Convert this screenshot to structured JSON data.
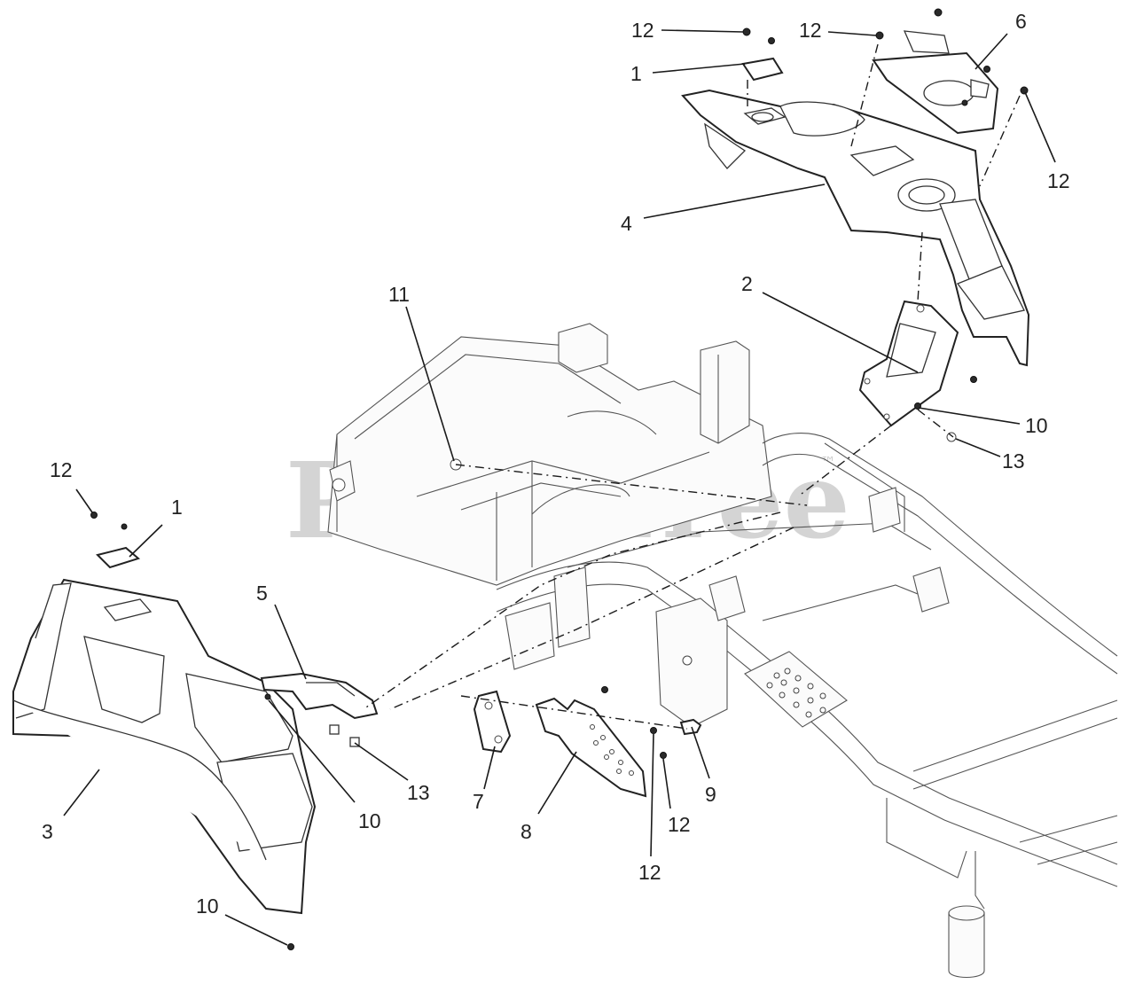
{
  "watermark": {
    "text": "PartsTree",
    "trademark": "™"
  },
  "callouts": [
    {
      "id": "c12-top-left",
      "text": "12"
    },
    {
      "id": "c1-top",
      "text": "1"
    },
    {
      "id": "c12-top-mid",
      "text": "12"
    },
    {
      "id": "c6",
      "text": "6"
    },
    {
      "id": "c12-right",
      "text": "12"
    },
    {
      "id": "c4",
      "text": "4"
    },
    {
      "id": "c2",
      "text": "2"
    },
    {
      "id": "c11",
      "text": "11"
    },
    {
      "id": "c10-right",
      "text": "10"
    },
    {
      "id": "c13-right",
      "text": "13"
    },
    {
      "id": "c12-left",
      "text": "12"
    },
    {
      "id": "c1-left",
      "text": "1"
    },
    {
      "id": "c5",
      "text": "5"
    },
    {
      "id": "c3",
      "text": "3"
    },
    {
      "id": "c10-mid",
      "text": "10"
    },
    {
      "id": "c13-mid",
      "text": "13"
    },
    {
      "id": "c7",
      "text": "7"
    },
    {
      "id": "c8",
      "text": "8"
    },
    {
      "id": "c9",
      "text": "9"
    },
    {
      "id": "c12-bottom-a",
      "text": "12"
    },
    {
      "id": "c12-bottom-b",
      "text": "12"
    },
    {
      "id": "c10-bottom",
      "text": "10"
    }
  ]
}
